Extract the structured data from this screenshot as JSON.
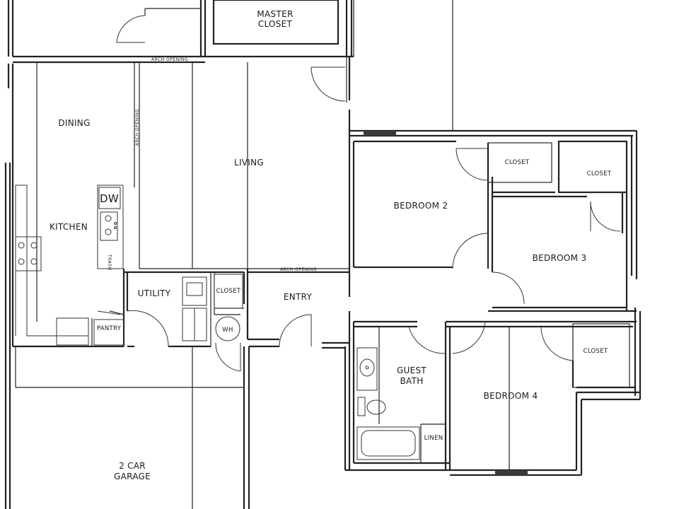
{
  "rooms": {
    "master_closet": [
      "MASTER",
      "CLOSET"
    ],
    "dining": "DINING",
    "living": "LIVING",
    "kitchen": "KITCHEN",
    "bedroom_2": "BEDROOM 2",
    "bedroom_3": "BEDROOM 3",
    "bedroom_4": "BEDROOM 4",
    "utility": "UTILITY",
    "entry": "ENTRY",
    "guest_bath": [
      "GUEST",
      "BATH"
    ],
    "garage": [
      "2 CAR",
      "GARAGE"
    ],
    "pantry": "PANTRY",
    "linen": "LINEN",
    "closet_bed2": "CLOSET",
    "closet_bed3": "CLOSET",
    "closet_bed4": "CLOSET",
    "closet_entry": "CLOSET"
  },
  "fixtures": {
    "dishwasher": "DW",
    "water_heater": "WH",
    "trash": "TRASH"
  },
  "annotations": {
    "arch_top": "ARCH OPENING",
    "arch_side": "ARCH OPENING",
    "arch_bottom": "ARCH OPENING"
  },
  "colors": {
    "line": "#222222",
    "background": "#ffffff"
  }
}
